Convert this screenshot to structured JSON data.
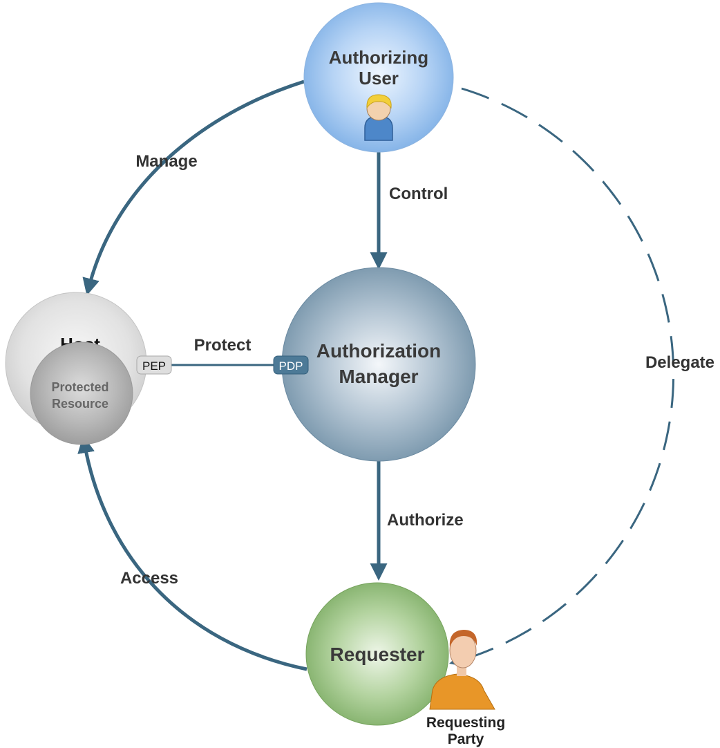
{
  "nodes": {
    "authorizing_user": {
      "line1": "Authorizing",
      "line2": "User"
    },
    "authorization_manager": {
      "line1": "Authorization",
      "line2": "Manager"
    },
    "host": {
      "title": "Host",
      "inner_line1": "Protected",
      "inner_line2": "Resource"
    },
    "requester": {
      "title": "Requester"
    },
    "requesting_party": {
      "line1": "Requesting",
      "line2": "Party"
    }
  },
  "badges": {
    "pep": "PEP",
    "pdp": "PDP"
  },
  "edges": {
    "manage": "Manage",
    "control": "Control",
    "protect": "Protect",
    "authorize": "Authorize",
    "access": "Access",
    "delegate": "Delegate"
  },
  "colors": {
    "arrow": "#3a6680",
    "authorizing_user": "#8fbaea",
    "authorization_manager": "#7f9cb1",
    "host": "#d8d8d8",
    "requester": "#8db977"
  },
  "icons": {
    "authorizing_user": "user-icon",
    "requesting_party": "person-icon"
  }
}
